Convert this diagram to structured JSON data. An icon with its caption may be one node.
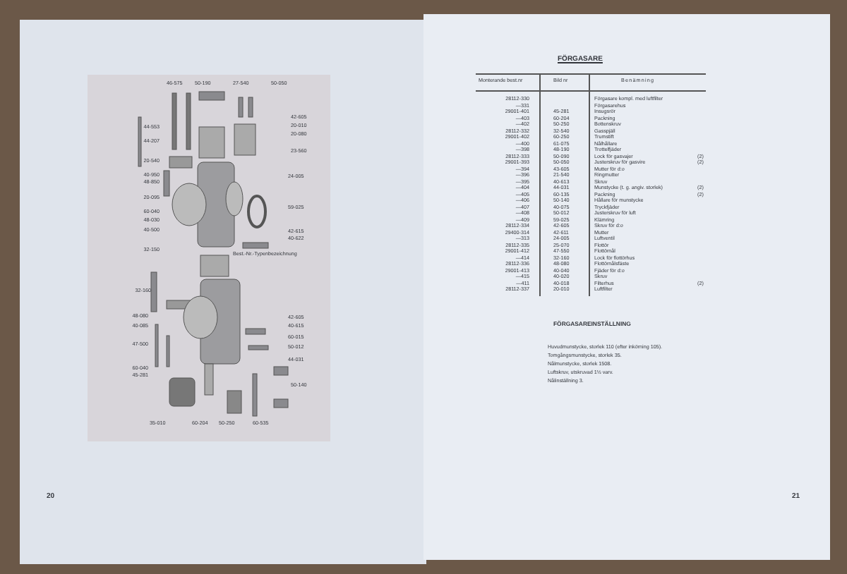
{
  "diagram": {
    "title": "FÖRGASARE",
    "labels": [
      "46-575",
      "50-190",
      "27-540",
      "50-050",
      "42-605",
      "20-010",
      "20-080",
      "44-553",
      "44-207",
      "23-560",
      "20-540",
      "40-950",
      "48-850",
      "24-005",
      "20-095",
      "59-025",
      "60-040",
      "48-030",
      "40-500",
      "42-615",
      "40-622",
      "32-150",
      "Best.-Nr.-Typenbezeichnung",
      "32-160",
      "48-080",
      "42-605",
      "40-085",
      "40-615",
      "60-015",
      "47-500",
      "50-012",
      "44-031",
      "60-040",
      "45-281",
      "50-140",
      "35-010",
      "60-204",
      "50-250",
      "60-535",
      "Monterande best.nr",
      "Bild nr",
      "Benämning",
      "28112-330",
      "Förgasare kompl. med luftfilter",
      "—331",
      "Förgasarehus",
      "29001-401",
      "45-281",
      "Insugsrör",
      "—403",
      "60-204",
      "Packning",
      "—402",
      "50-250",
      "Bottenskruv",
      "28112-332",
      "32-540",
      "Gasspjäll",
      "29001-402",
      "60-250",
      "Trumstift",
      "—400",
      "61-075",
      "Nålhållare",
      "—398",
      "48-190",
      "Trottelfjäder",
      "28112-333",
      "50-090",
      "Lock för gasvajer",
      "(2)",
      "29001-393",
      "50-050",
      "Justerskruv för gasvire",
      "(2)",
      "—394",
      "43-605",
      "Mutter för d:o",
      "—396",
      "21-540",
      "Ringmutter",
      "—395",
      "40-613",
      "Skruv",
      "—404",
      "44-031",
      "Munstycke (t. g. angiv. storlek)",
      "(2)",
      "—405",
      "60-135",
      "Packning",
      "(2)",
      "—406",
      "50-140",
      "Hållare för munstycke",
      "—407",
      "40-075",
      "Tryckfjäder",
      "—408",
      "50-012",
      "Justerskruv för luft",
      "—409",
      "59-025",
      "Klämring",
      "28112-334",
      "42-605",
      "Skruv för d:o",
      "29400-314",
      "42-611",
      "Mutter",
      "—313",
      "24-005",
      "Luftventil",
      "28112-335",
      "25-070",
      "Flottör",
      "29001-412",
      "47-550",
      "Flottörnål",
      "—414",
      "32-160",
      "Lock för flottörhus",
      "28112-336",
      "48-080",
      "Flottörnålsfäste",
      "29001-413",
      "40-040",
      "Fjäder för d:o",
      "—415",
      "40-020",
      "Skruv",
      "—411",
      "40-018",
      "Filterhus",
      "(2)",
      "28112-337",
      "20-010",
      "Luftfilter",
      "FÖRGASAREINSTÄLLNING",
      "Huvudmunstycke, storlek 110 (efter inkörning 105).",
      "Tomgångsmunstycke, storlek 35.",
      "Nålmunstycke, storlek 1508.",
      "Luftskruv, utskruvad 1½ varv.",
      "Nålinställning 3.",
      "20",
      "21"
    ]
  }
}
